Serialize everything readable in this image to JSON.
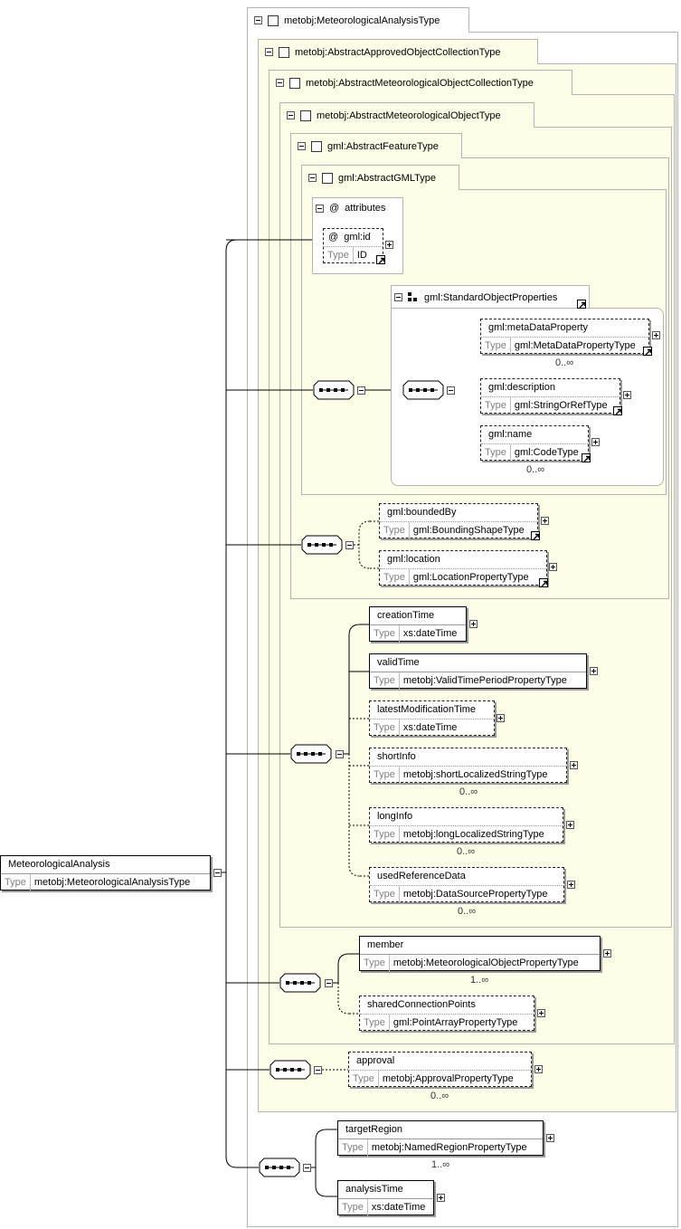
{
  "frames": {
    "meteorological_analysis_type": "metobj:MeteorologicalAnalysisType",
    "abstract_approved_object_collection_type": "metobj:AbstractApprovedObjectCollectionType",
    "abstract_meteorological_object_collection_type": "metobj:AbstractMeteorologicalObjectCollectionType",
    "abstract_meteorological_object_type": "metobj:AbstractMeteorologicalObjectType",
    "abstract_feature_type": "gml:AbstractFeatureType",
    "abstract_gml_type": "gml:AbstractGMLType"
  },
  "attributes": {
    "header": "attributes",
    "at_symbol": "@",
    "gml_id": {
      "name": "gml:id",
      "type_key": "Type",
      "type": "ID"
    }
  },
  "standard_object_properties": {
    "label": "gml:StandardObjectProperties",
    "items": [
      {
        "name": "gml:metaDataProperty",
        "type_key": "Type",
        "type": "gml:MetaDataPropertyType",
        "card": "0..∞"
      },
      {
        "name": "gml:description",
        "type_key": "Type",
        "type": "gml:StringOrRefType",
        "card": ""
      },
      {
        "name": "gml:name",
        "type_key": "Type",
        "type": "gml:CodeType",
        "card": "0..∞"
      }
    ]
  },
  "feature_elements": [
    {
      "name": "gml:boundedBy",
      "type_key": "Type",
      "type": "gml:BoundingShapeType"
    },
    {
      "name": "gml:location",
      "type_key": "Type",
      "type": "gml:LocationPropertyType"
    }
  ],
  "meteo_object_elements": [
    {
      "name": "creationTime",
      "type_key": "Type",
      "type": "xs:dateTime",
      "card": ""
    },
    {
      "name": "validTime",
      "type_key": "Type",
      "type": "metobj:ValidTimePeriodPropertyType",
      "card": ""
    },
    {
      "name": "latestModificationTime",
      "type_key": "Type",
      "type": "xs:dateTime",
      "card": ""
    },
    {
      "name": "shortInfo",
      "type_key": "Type",
      "type": "metobj:shortLocalizedStringType",
      "card": "0..∞"
    },
    {
      "name": "longInfo",
      "type_key": "Type",
      "type": "metobj:longLocalizedStringType",
      "card": "0..∞"
    },
    {
      "name": "usedReferenceData",
      "type_key": "Type",
      "type": "metobj:DataSourcePropertyType",
      "card": "0..∞"
    }
  ],
  "collection_elements": [
    {
      "name": "member",
      "type_key": "Type",
      "type": "metobj:MeteorologicalObjectPropertyType",
      "card": "1..∞"
    },
    {
      "name": "sharedConnectionPoints",
      "type_key": "Type",
      "type": "gml:PointArrayPropertyType",
      "card": ""
    }
  ],
  "approved_elements": [
    {
      "name": "approval",
      "type_key": "Type",
      "type": "metobj:ApprovalPropertyType",
      "card": "0..∞"
    }
  ],
  "analysis_elements": [
    {
      "name": "targetRegion",
      "type_key": "Type",
      "type": "metobj:NamedRegionPropertyType",
      "card": "1..∞"
    },
    {
      "name": "analysisTime",
      "type_key": "Type",
      "type": "xs:dateTime",
      "card": ""
    }
  ],
  "root_element": {
    "name": "MeteorologicalAnalysis",
    "type_key": "Type",
    "type": "metobj:MeteorologicalAnalysisType"
  }
}
